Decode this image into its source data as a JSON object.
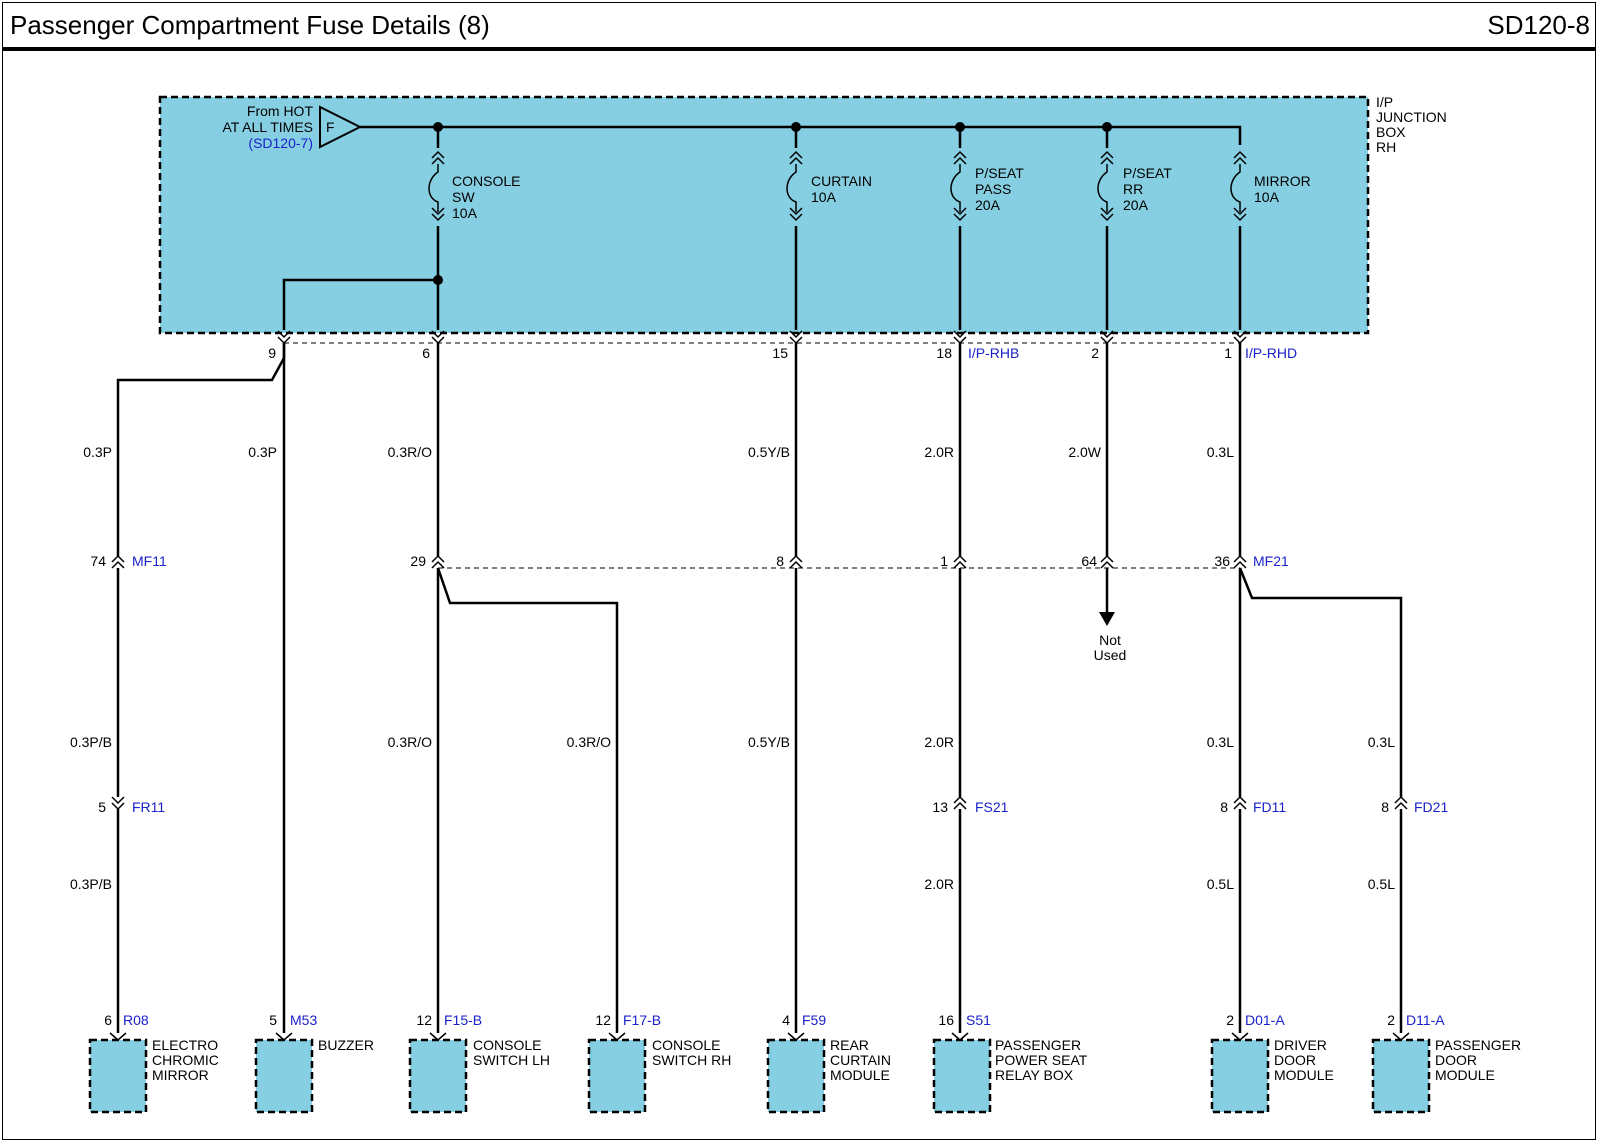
{
  "header": {
    "title": "Passenger Compartment Fuse Details (8)",
    "code": "SD120-8"
  },
  "junction_box": {
    "label": [
      "I/P",
      "JUNCTION",
      "BOX",
      "RH"
    ],
    "source": {
      "line1": "From HOT",
      "line2": "AT ALL TIMES",
      "ref": "(SD120-7)",
      "letter": "F"
    }
  },
  "fuses": [
    {
      "name": [
        "CONSOLE",
        "SW",
        "10A"
      ]
    },
    {
      "name": [
        "CURTAIN",
        "10A"
      ]
    },
    {
      "name": [
        "P/SEAT",
        "PASS",
        "20A"
      ]
    },
    {
      "name": [
        "P/SEAT",
        "RR",
        "20A"
      ]
    },
    {
      "name": [
        "MIRROR",
        "10A"
      ]
    }
  ],
  "jb_connectors": {
    "left": "I/P-RHB",
    "right": "I/P-RHD"
  },
  "jb_pins": [
    "9",
    "6",
    "15",
    "18",
    "2",
    "1"
  ],
  "inline": {
    "mf11": {
      "pin": "74",
      "name": "MF11"
    },
    "mf21": {
      "name": "MF21",
      "pins": [
        "29",
        "8",
        "1",
        "64",
        "36"
      ]
    },
    "fr11": {
      "pin": "5",
      "name": "FR11"
    },
    "fs21": {
      "pin": "13",
      "name": "FS21"
    },
    "fd11": {
      "pin": "8",
      "name": "FD11"
    },
    "fd21": {
      "pin": "8",
      "name": "FD21"
    }
  },
  "wires": {
    "upper": [
      "0.3P",
      "0.3P",
      "0.3R/O",
      "0.5Y/B",
      "2.0R",
      "2.0W",
      "0.3L"
    ],
    "middle": [
      "0.3P/B",
      "0.3R/O",
      "0.3R/O",
      "0.5Y/B",
      "2.0R",
      "0.3L",
      "0.3L"
    ],
    "lower": [
      "0.3P/B",
      "2.0R",
      "0.5L",
      "0.5L"
    ]
  },
  "not_used": [
    "Not",
    "Used"
  ],
  "components": [
    {
      "pin": "6",
      "conn": "R08",
      "name": [
        "ELECTRO",
        "CHROMIC",
        "MIRROR"
      ]
    },
    {
      "pin": "5",
      "conn": "M53",
      "name": [
        "BUZZER"
      ]
    },
    {
      "pin": "12",
      "conn": "F15-B",
      "name": [
        "CONSOLE",
        "SWITCH LH"
      ]
    },
    {
      "pin": "12",
      "conn": "F17-B",
      "name": [
        "CONSOLE",
        "SWITCH RH"
      ]
    },
    {
      "pin": "4",
      "conn": "F59",
      "name": [
        "REAR",
        "CURTAIN",
        "MODULE"
      ]
    },
    {
      "pin": "16",
      "conn": "S51",
      "name": [
        "PASSENGER",
        "POWER SEAT",
        "RELAY BOX"
      ]
    },
    {
      "pin": "2",
      "conn": "D01-A",
      "name": [
        "DRIVER",
        "DOOR",
        "MODULE"
      ]
    },
    {
      "pin": "2",
      "conn": "D11-A",
      "name": [
        "PASSENGER",
        "DOOR",
        "MODULE"
      ]
    }
  ],
  "colors": {
    "junction_fill": "#86cfe2",
    "link_text": "#1a22c8",
    "line": "#000000"
  }
}
